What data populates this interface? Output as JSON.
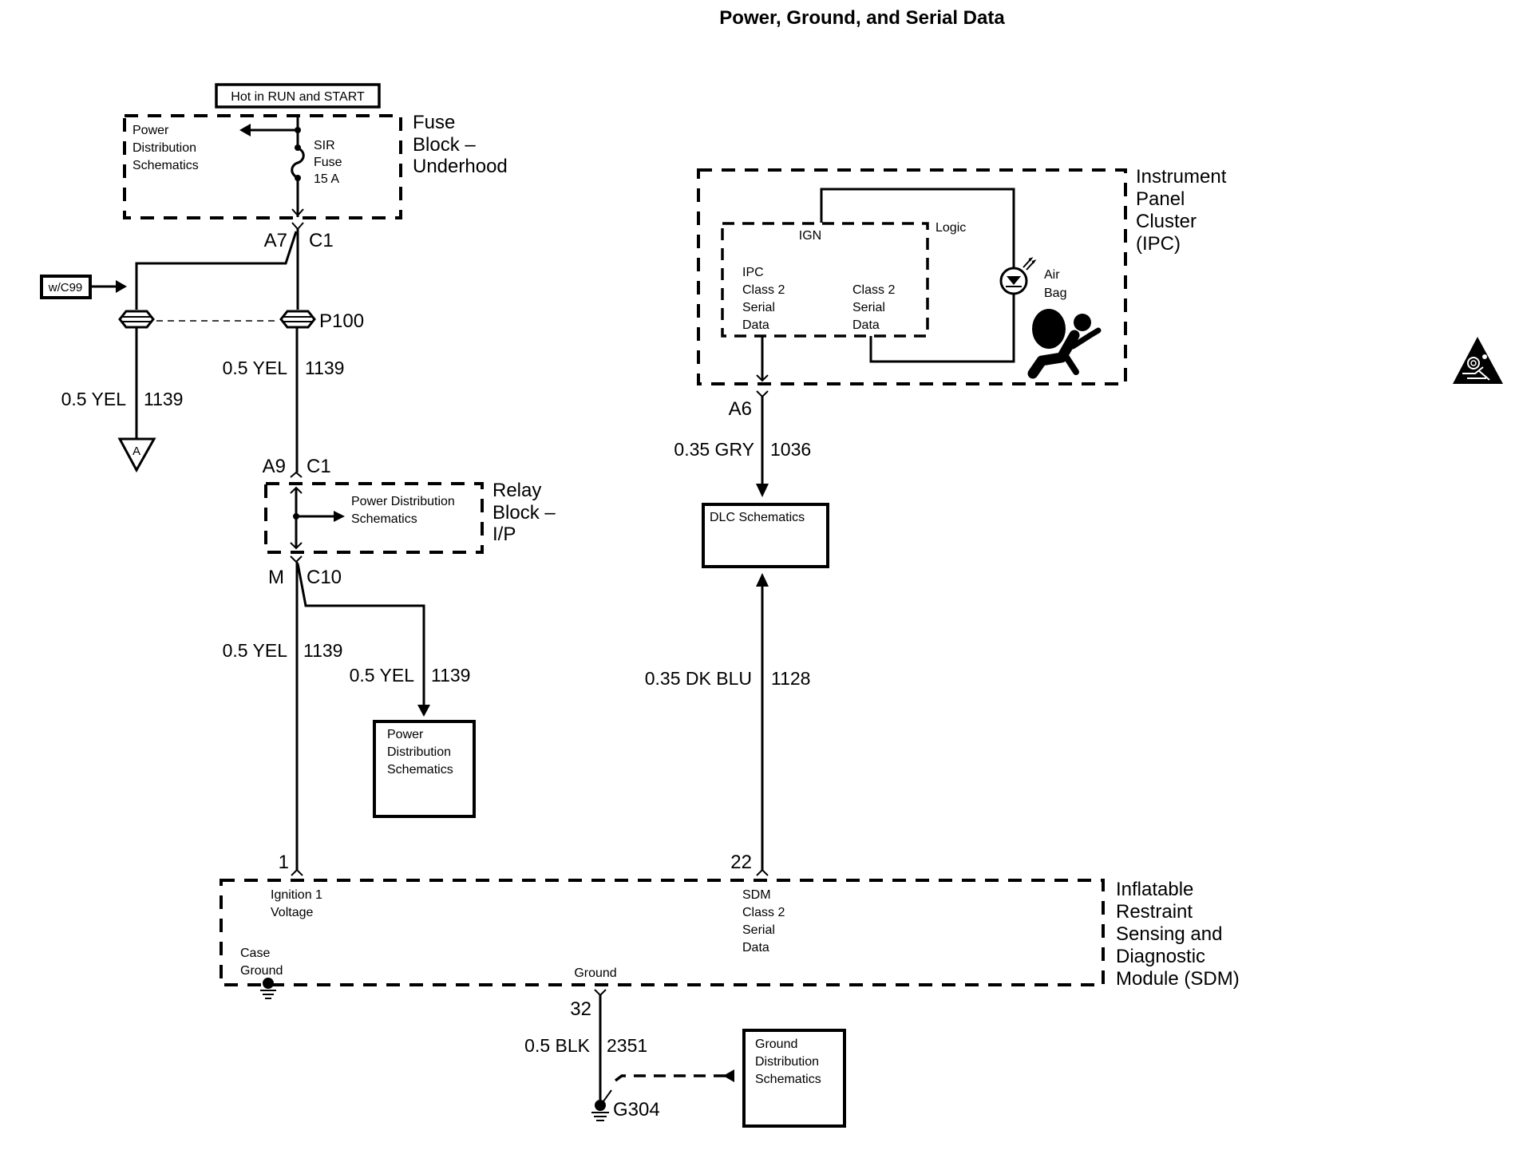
{
  "title": "Power, Ground, and Serial Data",
  "colors": {
    "ink": "#000000",
    "background": "#ffffff"
  },
  "fuse_block": {
    "feed_label": "Hot in RUN and START",
    "name_lines": [
      "Fuse",
      "Block –",
      "Underhood"
    ],
    "pd_lines": [
      "Power",
      "Distribution",
      "Schematics"
    ],
    "fuse_lines": [
      "SIR",
      "Fuse",
      "15 A"
    ],
    "terminal": "A7",
    "connector": "C1"
  },
  "option": {
    "label": "w/C99"
  },
  "inline": {
    "connector": "P100",
    "offpage": "A"
  },
  "wires": {
    "w1139_a": {
      "size_color": "0.5 YEL",
      "circuit": "1139"
    },
    "w1139_b": {
      "size_color": "0.5 YEL",
      "circuit": "1139"
    },
    "w1139_c": {
      "size_color": "0.5 YEL",
      "circuit": "1139"
    },
    "w1139_d": {
      "size_color": "0.5 YEL",
      "circuit": "1139"
    },
    "w1036": {
      "size_color": "0.35 GRY",
      "circuit": "1036"
    },
    "w1128": {
      "size_color": "0.35 DK BLU",
      "circuit": "1128"
    },
    "w2351": {
      "size_color": "0.5 BLK",
      "circuit": "2351"
    }
  },
  "relay_block": {
    "in_terminal": "A9",
    "in_connector": "C1",
    "pd_lines": [
      "Power Distribution",
      "Schematics"
    ],
    "name_lines": [
      "Relay",
      "Block –",
      "I/P"
    ],
    "out_terminal": "M",
    "out_connector": "C10"
  },
  "pd_box": {
    "lines": [
      "Power",
      "Distribution",
      "Schematics"
    ]
  },
  "ipc": {
    "name_lines": [
      "Instrument",
      "Panel",
      "Cluster",
      "(IPC)"
    ],
    "ign": "IGN",
    "logic": "Logic",
    "ipc_data_lines": [
      "IPC",
      "Class 2",
      "Serial",
      "Data"
    ],
    "data_lines": [
      "Class 2",
      "Serial",
      "Data"
    ],
    "lamp_lines": [
      "Air",
      "Bag"
    ],
    "terminal": "A6"
  },
  "dlc_box": {
    "label": "DLC Schematics"
  },
  "sdm": {
    "name_lines": [
      "Inflatable",
      "Restraint",
      "Sensing and",
      "Diagnostic",
      "Module (SDM)"
    ],
    "pin_ign": "1",
    "ign_lines": [
      "Ignition 1",
      "Voltage"
    ],
    "pin_data": "22",
    "data_lines": [
      "SDM",
      "Class 2",
      "Serial",
      "Data"
    ],
    "case_ground_lines": [
      "Case",
      "Ground"
    ],
    "ground_label": "Ground",
    "pin_ground": "32"
  },
  "ground": {
    "id": "G304"
  },
  "gd_box": {
    "lines": [
      "Ground",
      "Distribution",
      "Schematics"
    ]
  },
  "icons": {
    "airbag": "airbag-occupant-icon",
    "warning": "sir-warning-triangle-icon",
    "lamp": "led-lamp-icon",
    "ground": "ground-icon"
  }
}
